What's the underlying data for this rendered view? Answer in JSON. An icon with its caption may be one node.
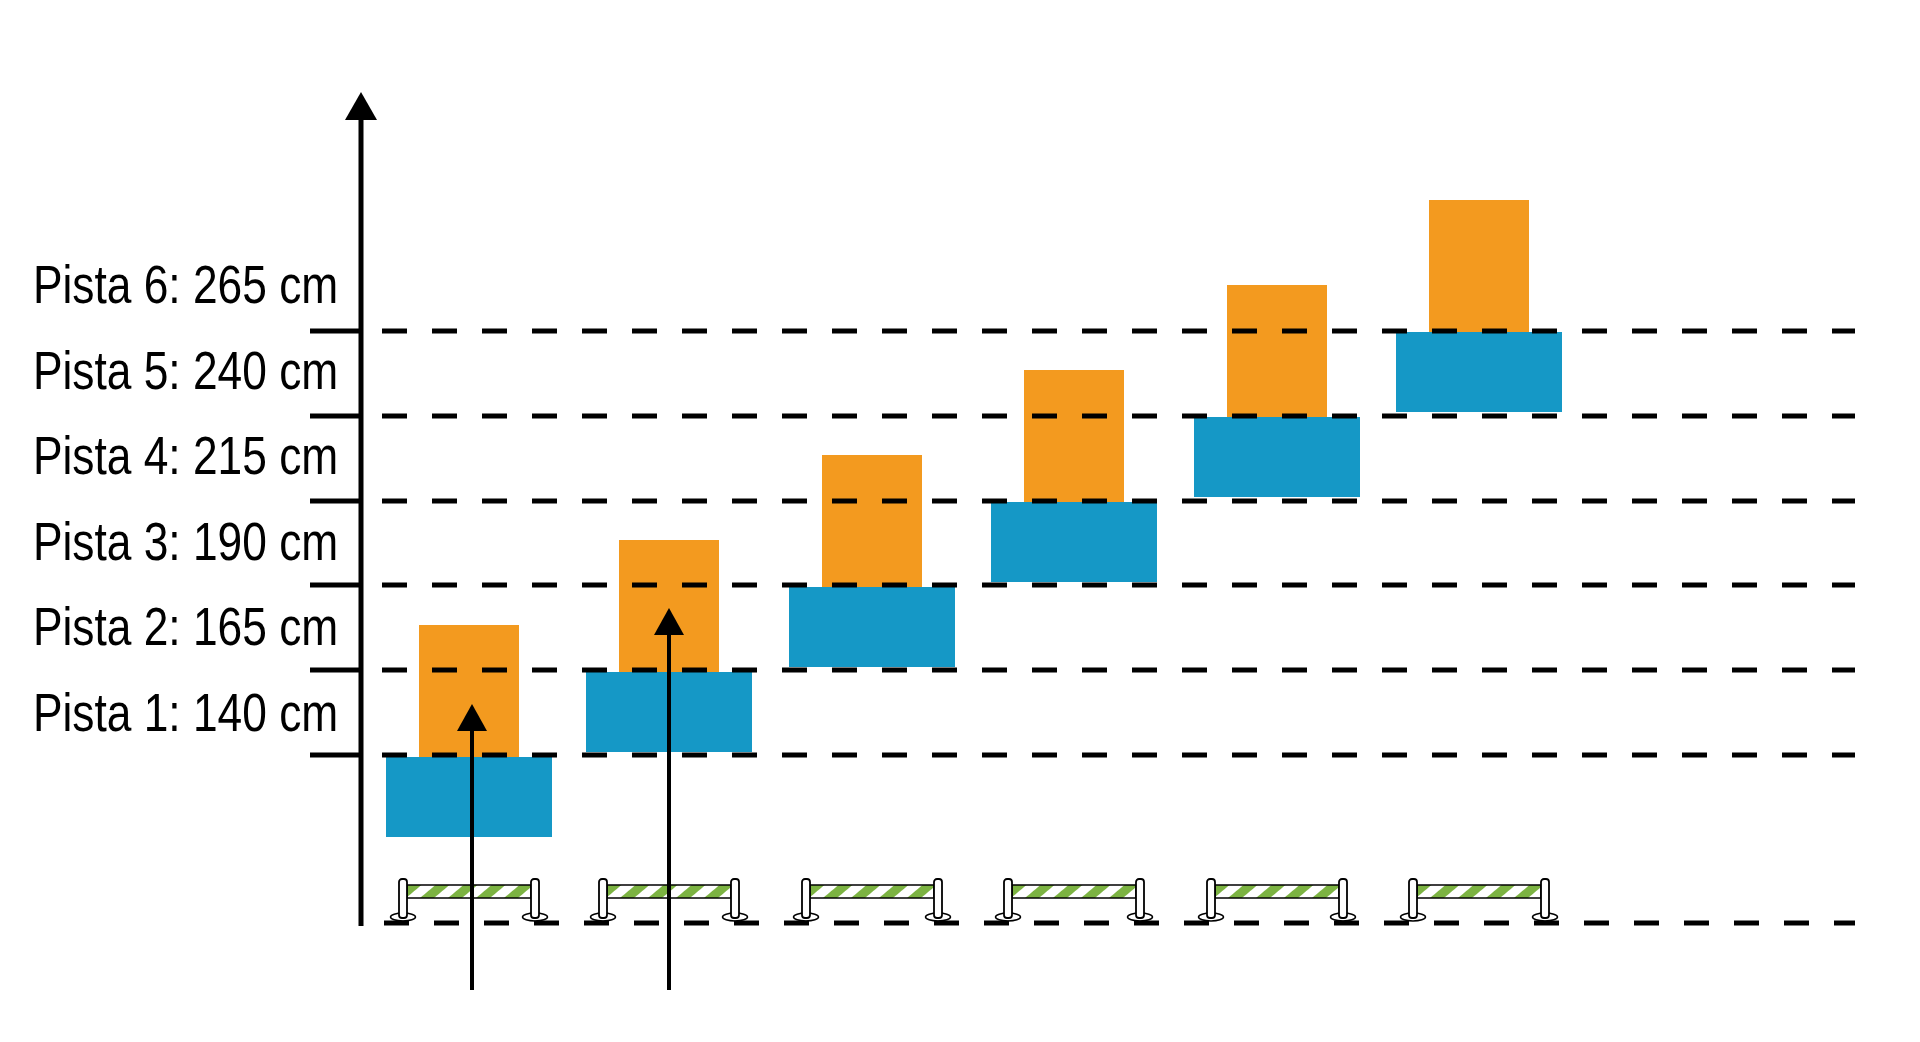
{
  "diagram": {
    "nodes": [
      {
        "text": [],
        "shape": "box"
      },
      {
        "text": [],
        "shape": "box"
      },
      {
        "text": [],
        "shape": "box"
      },
      {
        "text": [],
        "shape": "box"
      },
      {
        "text": [],
        "shape": "box"
      },
      {
        "text": [],
        "shape": "box"
      },
      {
        "text": [],
        "shape": "box"
      },
      {
        "text": [],
        "shape": "box"
      },
      {
        "text": [],
        "shape": "box"
      },
      {
        "text": [],
        "shape": "box"
      },
      {
        "text": [],
        "shape": "box"
      },
      {
        "text": [],
        "shape": "box"
      }
    ],
    "labels": [
      "Pista 6: 265 cm",
      "Pista 5: 240 cm",
      "Pista 4: 215 cm",
      "Pista 3: 190 cm",
      "Pista 2: 165 cm",
      "Pista 1: 140 cm"
    ]
  }
}
